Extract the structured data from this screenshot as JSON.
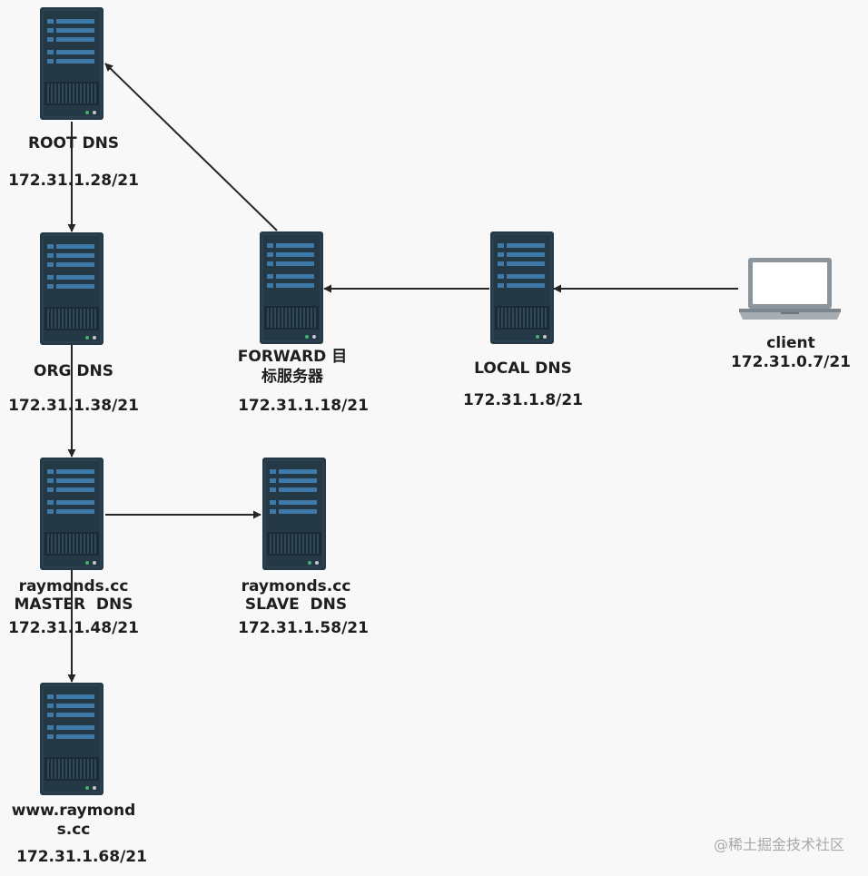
{
  "nodes": {
    "root": {
      "name": "ROOT DNS",
      "ip": "172.31.1.28/21"
    },
    "org": {
      "name": "ORG DNS",
      "ip": "172.31.1.38/21"
    },
    "master": {
      "name_line1": "raymonds.cc",
      "name_line2": "MASTER  DNS",
      "ip": "172.31.1.48/21"
    },
    "www": {
      "name_line1": "www.raymond",
      "name_line2": "s.cc",
      "ip": "172.31.1.68/21"
    },
    "forward": {
      "name_line1": "FORWARD 目",
      "name_line2": "标服务器",
      "ip": "172.31.1.18/21"
    },
    "slave": {
      "name_line1": "raymonds.cc",
      "name_line2": "SLAVE  DNS",
      "ip": "172.31.1.58/21"
    },
    "local": {
      "name": "LOCAL DNS",
      "ip": "172.31.1.8/21"
    },
    "client": {
      "name": "client",
      "ip": "172.31.0.7/21"
    }
  },
  "watermark": "@稀土掘金技术社区",
  "colors": {
    "server_body": "#253845",
    "server_stripe": "#3f79a8",
    "arrow": "#262626",
    "laptop_frame": "#8c959c",
    "laptop_screen": "#ffffff",
    "background": "#f8f8f8"
  }
}
